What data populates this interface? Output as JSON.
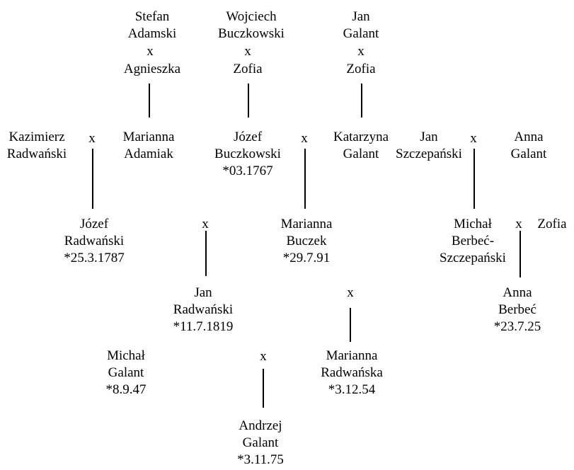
{
  "marriage_symbol": "x",
  "persons": {
    "stefan_adamski": [
      "Stefan",
      "Adamski"
    ],
    "agnieszka": [
      "Agnieszka"
    ],
    "wojciech_buczkowski": [
      "Wojciech",
      "Buczkowski"
    ],
    "zofia_1": [
      "Zofia"
    ],
    "jan_galant": [
      "Jan",
      "Galant"
    ],
    "zofia_2": [
      "Zofia"
    ],
    "kazimierz_radwanski": [
      "Kazimierz",
      "Radwański"
    ],
    "marianna_adamiak": [
      "Marianna",
      "Adamiak"
    ],
    "jozef_buczkowski": [
      "Józef",
      "Buczkowski",
      "*03.1767"
    ],
    "katarzyna_galant": [
      "Katarzyna",
      "Galant"
    ],
    "jan_szczepanski": [
      "Jan",
      "Szczepański"
    ],
    "anna_galant": [
      "Anna",
      "Galant"
    ],
    "jozef_radwanski": [
      "Józef",
      "Radwański",
      "*25.3.1787"
    ],
    "marianna_buczek": [
      "Marianna",
      "Buczek",
      "*29.7.91"
    ],
    "michal_berbec_szczepanski": [
      "Michał",
      "Berbeć-",
      "Szczepański"
    ],
    "zofia_3": [
      "Zofia"
    ],
    "jan_radwanski": [
      "Jan",
      "Radwański",
      "*11.7.1819"
    ],
    "anna_berbec": [
      "Anna",
      "Berbeć",
      "*23.7.25"
    ],
    "michal_galant": [
      "Michał",
      "Galant",
      "*8.9.47"
    ],
    "marianna_radwanska": [
      "Marianna",
      "Radwańska",
      "*3.12.54"
    ],
    "andrzej_galant": [
      "Andrzej",
      "Galant",
      "*3.11.75"
    ]
  }
}
